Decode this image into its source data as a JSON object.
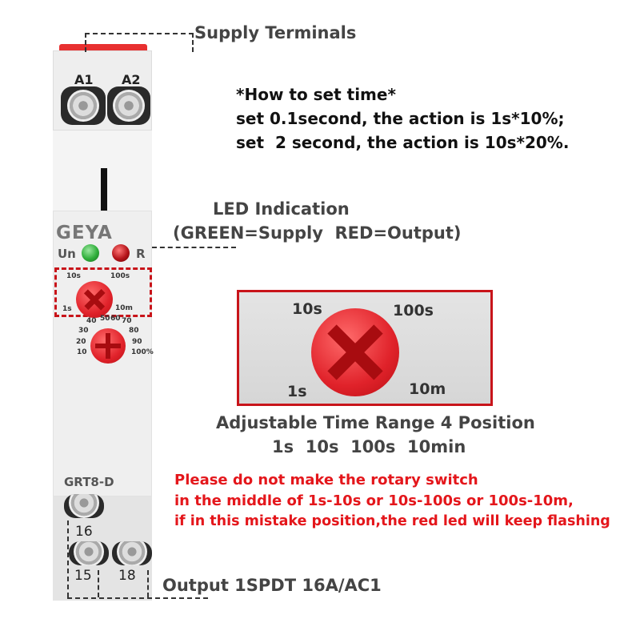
{
  "labels": {
    "supply_terminals": "Supply Terminals",
    "how_to_title": "*How to set time*",
    "how_to_line1": "set 0.1second, the action is 1s*10%;",
    "how_to_line2": "set  2 second, the action is 10s*20%.",
    "led_title": "LED Indication",
    "led_desc": "(GREEN=Supply  RED=Output)",
    "range_title": "Adjustable Time Range 4 Position",
    "range_values": "1s  10s  100s  10min",
    "warning_line1": "Please do not make the rotary switch",
    "warning_line2": "in the middle of 1s-10s or 10s-100s or 100s-10m,",
    "warning_line3": "if in this mistake position,the red led will keep flashing",
    "output": "Output 1SPDT 16A/AC1"
  },
  "device": {
    "brand": "GEYA",
    "model": "GRT8-D",
    "terminals_top": [
      "A1",
      "A2"
    ],
    "terminals_bottom": [
      "16",
      "15",
      "18"
    ],
    "led_labels": [
      "Un",
      "R"
    ],
    "led_colors": {
      "supply": "#2fae3a",
      "output": "#b5141a"
    },
    "time_range_dial": [
      "10s",
      "100s",
      "1s",
      "10m"
    ],
    "percent_dial": [
      "40",
      "50",
      "60",
      "70",
      "30",
      "80",
      "20",
      "90",
      "10",
      "100%"
    ]
  },
  "zoom_panel": {
    "dial_labels": [
      "10s",
      "100s",
      "1s",
      "10m"
    ],
    "border_color": "#c8141a"
  },
  "colors": {
    "warning": "#e4161b",
    "knob": "#e0222a"
  }
}
